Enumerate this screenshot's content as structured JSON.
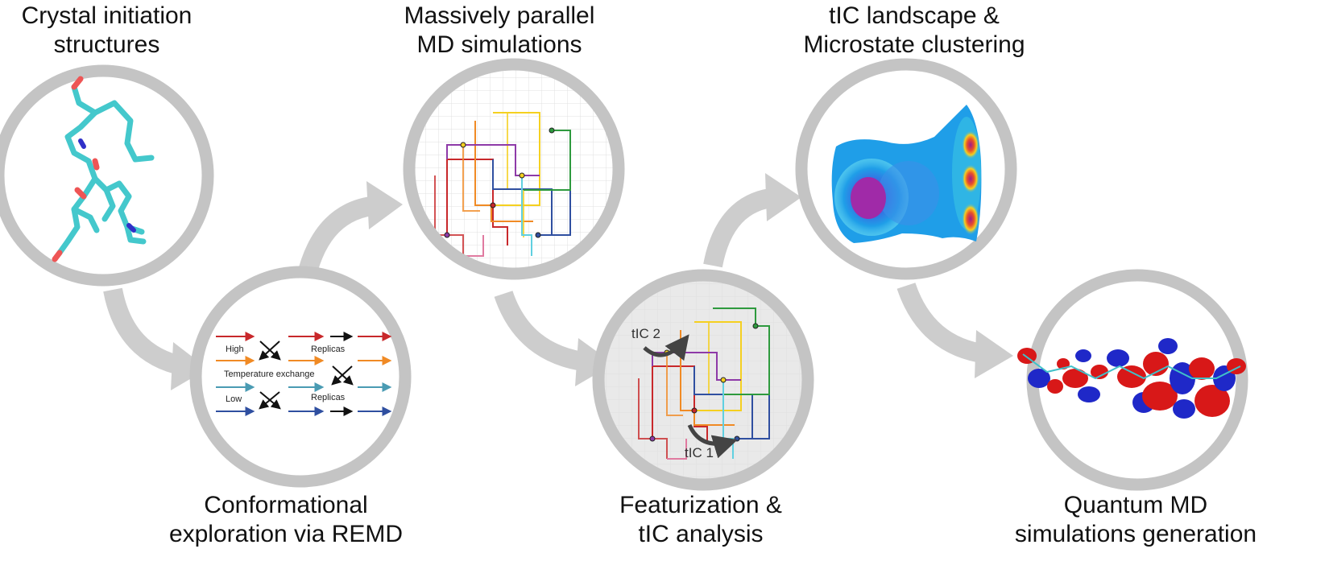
{
  "steps": [
    {
      "id": "crystal",
      "line1": "Crystal initiation",
      "line2": "structures"
    },
    {
      "id": "remd",
      "line1": "Conformational",
      "line2": "exploration via REMD"
    },
    {
      "id": "md",
      "line1": "Massively parallel",
      "line2": "MD simulations"
    },
    {
      "id": "tica",
      "line1": "Featurization &",
      "line2": "tIC analysis"
    },
    {
      "id": "landscape",
      "line1": "tIC landscape &",
      "line2": "Microstate clustering"
    },
    {
      "id": "quantum",
      "line1": "Quantum MD",
      "line2": "simulations generation"
    }
  ],
  "remd": {
    "high": "High",
    "low": "Low",
    "replicas_top": "Replicas",
    "replicas_bottom": "Replicas",
    "exchange": "Temperature exchange"
  },
  "tica": {
    "axis1": "tIC 1",
    "axis2": "tIC 2"
  },
  "colors": {
    "ring": "#c4c4c4",
    "arrow": "#cdcdcd",
    "molecule": "#44c8cc",
    "red": "#d32f2f",
    "orange": "#f08a24",
    "teal": "#4a9bb3",
    "blue": "#2f4fa0"
  }
}
